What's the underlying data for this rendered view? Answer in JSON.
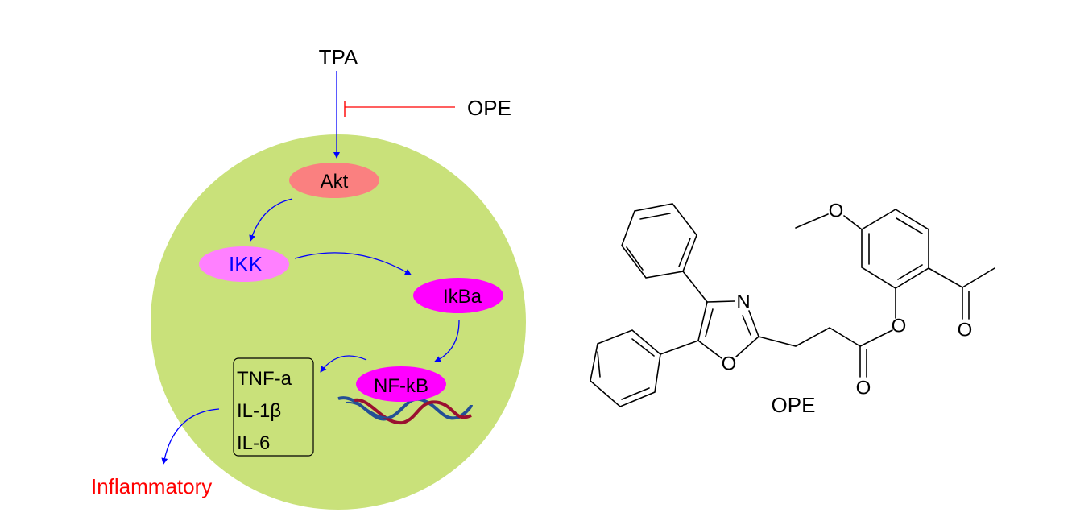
{
  "pathway": {
    "stimulus": "TPA",
    "inhibitor": "OPE",
    "nodes": {
      "akt": "Akt",
      "ikk": "IKK",
      "ikba": "IkBa",
      "nfkb": "NF-kB"
    },
    "cytokines": [
      "TNF-a",
      "IL-1β",
      "IL-6"
    ],
    "outcome": "Inflammatory"
  },
  "molecule": {
    "name": "OPE",
    "atoms": {
      "n": "N",
      "o_ring": "O",
      "o_carbonyl": "O",
      "o_ester": "O",
      "o_methoxy": "O",
      "o_acetyl": "O"
    }
  },
  "colors": {
    "cell": "#c9e17a",
    "akt": "#fa8080",
    "ikk": "#ff80ff",
    "ikba": "#ff00ff",
    "nfkb": "#ff00ff",
    "arrow": "#0000ff",
    "inhibit": "#ff0000",
    "outcome": "#ff0000",
    "dna_blue": "#234f96",
    "dna_red": "#9a1030"
  }
}
